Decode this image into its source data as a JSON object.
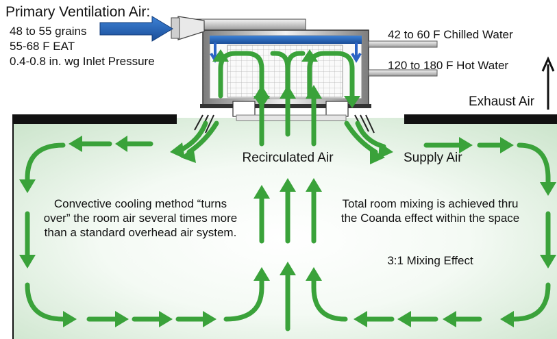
{
  "primary_air": {
    "title": "Primary Ventilation Air:",
    "lines": [
      "48 to 55 grains",
      "55-68 F EAT",
      "0.4-0.8 in. wg Inlet Pressure"
    ]
  },
  "pipes": {
    "chilled_water": "42 to 60 F Chilled Water",
    "hot_water": "120 to 180 F Hot Water"
  },
  "exhaust_label": "Exhaust Air",
  "recirculated_label": "Recirculated Air",
  "supply_label": "Supply Air",
  "left_note": "Convective cooling method “turns over” the room air several times more than a standard overhead air system.",
  "right_note": "Total room mixing is achieved thru the Coanda effect within the space",
  "mixing_effect": "3:1 Mixing Effect",
  "colors": {
    "airflow_green": "#3aa23a",
    "room_tint": "#d6ead6",
    "primary_arrow_blue": "#1f5fb0",
    "coil_blue": "#2b63c4",
    "ceiling": "#111111"
  }
}
